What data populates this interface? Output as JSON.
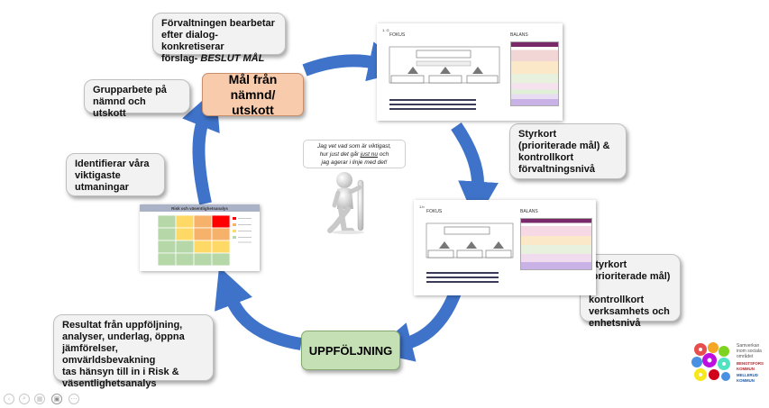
{
  "nodes": {
    "goal_box": "Mål från nämnd/ utskott",
    "followup_box": "UPPFÖLJNING"
  },
  "callouts": {
    "top": [
      "Förvaltningen bearbetar",
      "efter dialog- konkretiserar",
      "förslag- "
    ],
    "top_emphasis": "BESLUT MÅL",
    "group": [
      "Grupparbete på",
      "nämnd och utskott"
    ],
    "identify": [
      "Identifierar våra",
      "viktigaste",
      "utmaningar"
    ],
    "results": [
      "Resultat från uppföljning,",
      "analyser, underlag, öppna",
      "jämförelser, omvärldsbevakning",
      "tas hänsyn till in i Risk &",
      "väsentlighetsanalys"
    ],
    "scorecard_admin": [
      "Styrkort",
      "(prioriterade mål)  &",
      "kontrollkort",
      "förvaltningsnivå"
    ],
    "scorecard_ops": [
      "Styrkort",
      "(prioriterade mål) &",
      "kontrollkort",
      "verksamhets och",
      "enhetsnivå"
    ]
  },
  "quote": {
    "line1": "Jag vet vad som är viktigast,",
    "line2_pre": "hur just det går ",
    "line2_underline": "just nu",
    "line2_post": " och",
    "line3": "jag agerar i linje med det!"
  },
  "slides": {
    "top": {
      "num": "1. G",
      "left_title": "FOKUS",
      "right_title": "BALANS"
    },
    "bottom": {
      "num": "1.b",
      "left_title": "FOKUS",
      "right_title": "BALANS"
    },
    "risk_title": "Risk och väsentlighetsanalys"
  },
  "logo": {
    "line1": "Samverkan",
    "line2": "inom sociala",
    "line3": "området",
    "k1a": "BENGTSFORS",
    "k1b": "KOMMUN",
    "k2a": "MELLERUD",
    "k2b": "KOMMUN"
  },
  "colors": {
    "arrow": "#3f73c9",
    "goal_fill": "#f8cbad",
    "followup_fill": "#c5e0b4"
  }
}
